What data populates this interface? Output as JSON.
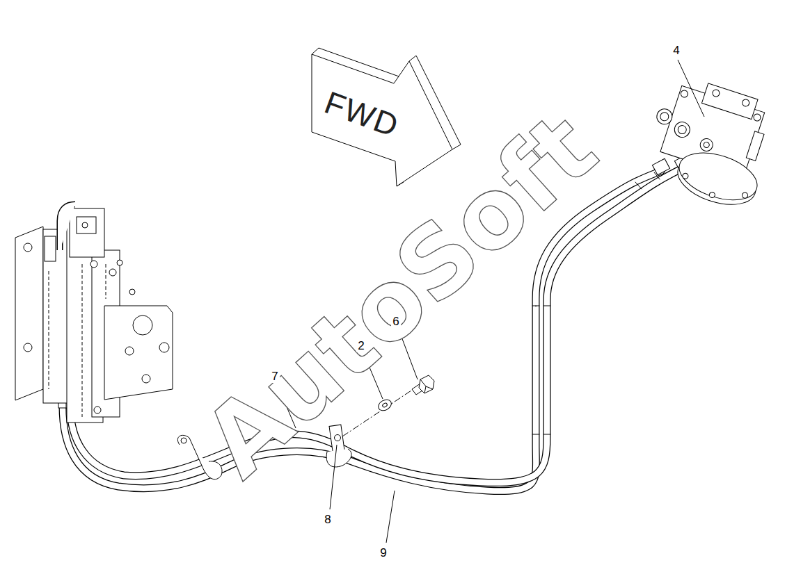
{
  "diagram": {
    "nodes": [
      {
        "text": [
          "FWD"
        ]
      }
    ],
    "labels": [
      "4",
      "2",
      "6",
      "7",
      "8",
      "9",
      "AutoSoft"
    ]
  }
}
